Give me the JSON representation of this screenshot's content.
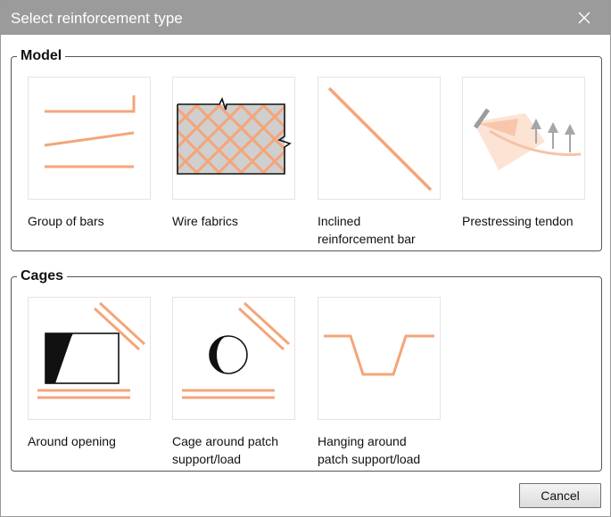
{
  "dialog": {
    "title": "Select reinforcement type",
    "close_icon": "close-icon"
  },
  "model": {
    "legend": "Model",
    "items": [
      {
        "label": "Group of bars",
        "icon": "group-of-bars-icon"
      },
      {
        "label": "Wire fabrics",
        "icon": "wire-fabrics-icon"
      },
      {
        "label": "Inclined\nreinforcement bar",
        "icon": "inclined-bar-icon"
      },
      {
        "label": "Prestressing tendon",
        "icon": "prestressing-tendon-icon"
      }
    ]
  },
  "cages": {
    "legend": "Cages",
    "items": [
      {
        "label": "Around opening",
        "icon": "around-opening-icon"
      },
      {
        "label": "Cage around patch\nsupport/load",
        "icon": "cage-around-patch-icon"
      },
      {
        "label": "Hanging around\npatch support/load",
        "icon": "hanging-around-patch-icon"
      }
    ]
  },
  "footer": {
    "cancel_label": "Cancel"
  },
  "colors": {
    "accent_rebar": "#f4a57a",
    "titlebar": "#9b9b9b"
  }
}
